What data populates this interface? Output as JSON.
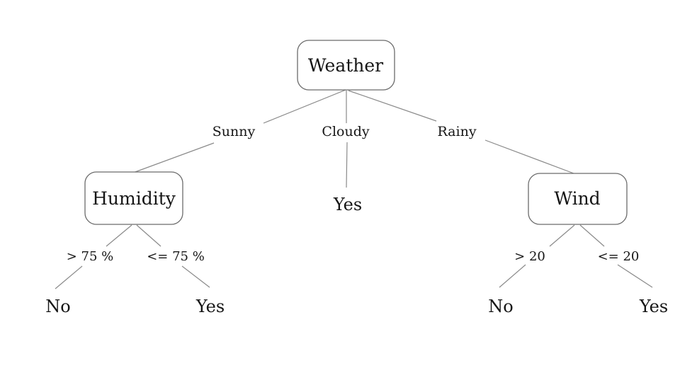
{
  "diagram": {
    "kind": "decision-tree",
    "topic": "Weather decision"
  },
  "colors": {
    "background": "#ffffff",
    "text": "#151515",
    "edge_line": "#8a8a8a",
    "node_border": "#6b6b6b",
    "node_fill": "#ffffff"
  },
  "tree": {
    "root": {
      "label": "Weather"
    },
    "branches": [
      {
        "condition": "Sunny",
        "child": {
          "label": "Humidity"
        },
        "branches": [
          {
            "condition": "> 75 %",
            "child": {
              "label": "No"
            }
          },
          {
            "condition": "<= 75 %",
            "child": {
              "label": "Yes"
            }
          }
        ]
      },
      {
        "condition": "Cloudy",
        "child": {
          "label": "Yes"
        }
      },
      {
        "condition": "Rainy",
        "child": {
          "label": "Wind"
        },
        "branches": [
          {
            "condition": "> 20",
            "child": {
              "label": "No"
            }
          },
          {
            "condition": "<= 20",
            "child": {
              "label": "Yes"
            }
          }
        ]
      }
    ]
  }
}
